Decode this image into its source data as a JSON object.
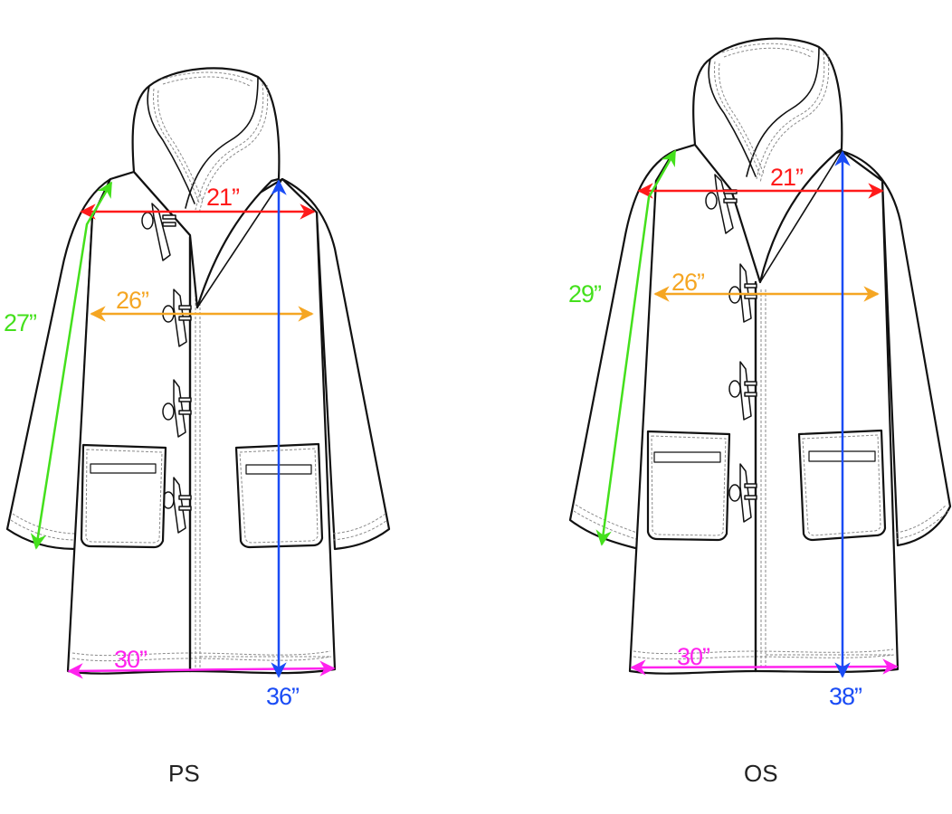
{
  "colors": {
    "shoulder": "#ff1a1a",
    "chest": "#f5a623",
    "sleeve": "#44e01c",
    "hem": "#ff22ee",
    "length": "#1a4cf5",
    "outline": "#111111",
    "stitch": "#8a8a8a"
  },
  "garments": [
    {
      "size_label": "PS",
      "measurements": {
        "shoulder": "21”",
        "chest": "26”",
        "sleeve": "27”",
        "hem": "30”",
        "length": "36”"
      }
    },
    {
      "size_label": "OS",
      "measurements": {
        "shoulder": "21”",
        "chest": "26”",
        "sleeve": "29”",
        "hem": "30”",
        "length": "38”"
      }
    }
  ]
}
